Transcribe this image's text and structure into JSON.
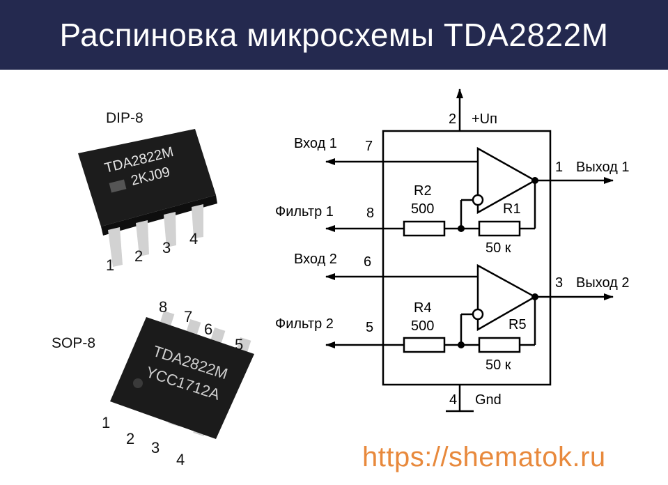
{
  "title": "Распиновка микросхемы TDA2822M",
  "packages": {
    "dip": {
      "label": "DIP-8",
      "marking_line1": "TDA2822M",
      "marking_line2": "2KJ09",
      "pins": [
        "1",
        "2",
        "3",
        "4"
      ]
    },
    "sop": {
      "label": "SOP-8",
      "marking_line1": "TDA2822M",
      "marking_line2": "YCC1712A",
      "pins": [
        "1",
        "2",
        "3",
        "4",
        "5",
        "6",
        "7",
        "8"
      ]
    }
  },
  "schematic": {
    "power": {
      "pin": "2",
      "label": "+Uп"
    },
    "ground": {
      "pin": "4",
      "label": "Gnd"
    },
    "input1": {
      "pin": "7",
      "label": "Вход 1"
    },
    "filter1": {
      "pin": "8",
      "label": "Фильтр 1"
    },
    "output1": {
      "pin": "1",
      "label": "Выход 1"
    },
    "input2": {
      "pin": "6",
      "label": "Вход 2"
    },
    "filter2": {
      "pin": "5",
      "label": "Фильтр 2"
    },
    "output2": {
      "pin": "3",
      "label": "Выход 2"
    },
    "r2": {
      "name": "R2",
      "value": "500"
    },
    "r1": {
      "name": "R1",
      "value": "50 к"
    },
    "r4": {
      "name": "R4",
      "value": "500"
    },
    "r5": {
      "name": "R5",
      "value": "50 к"
    }
  },
  "watermark": "https://shematok.ru"
}
